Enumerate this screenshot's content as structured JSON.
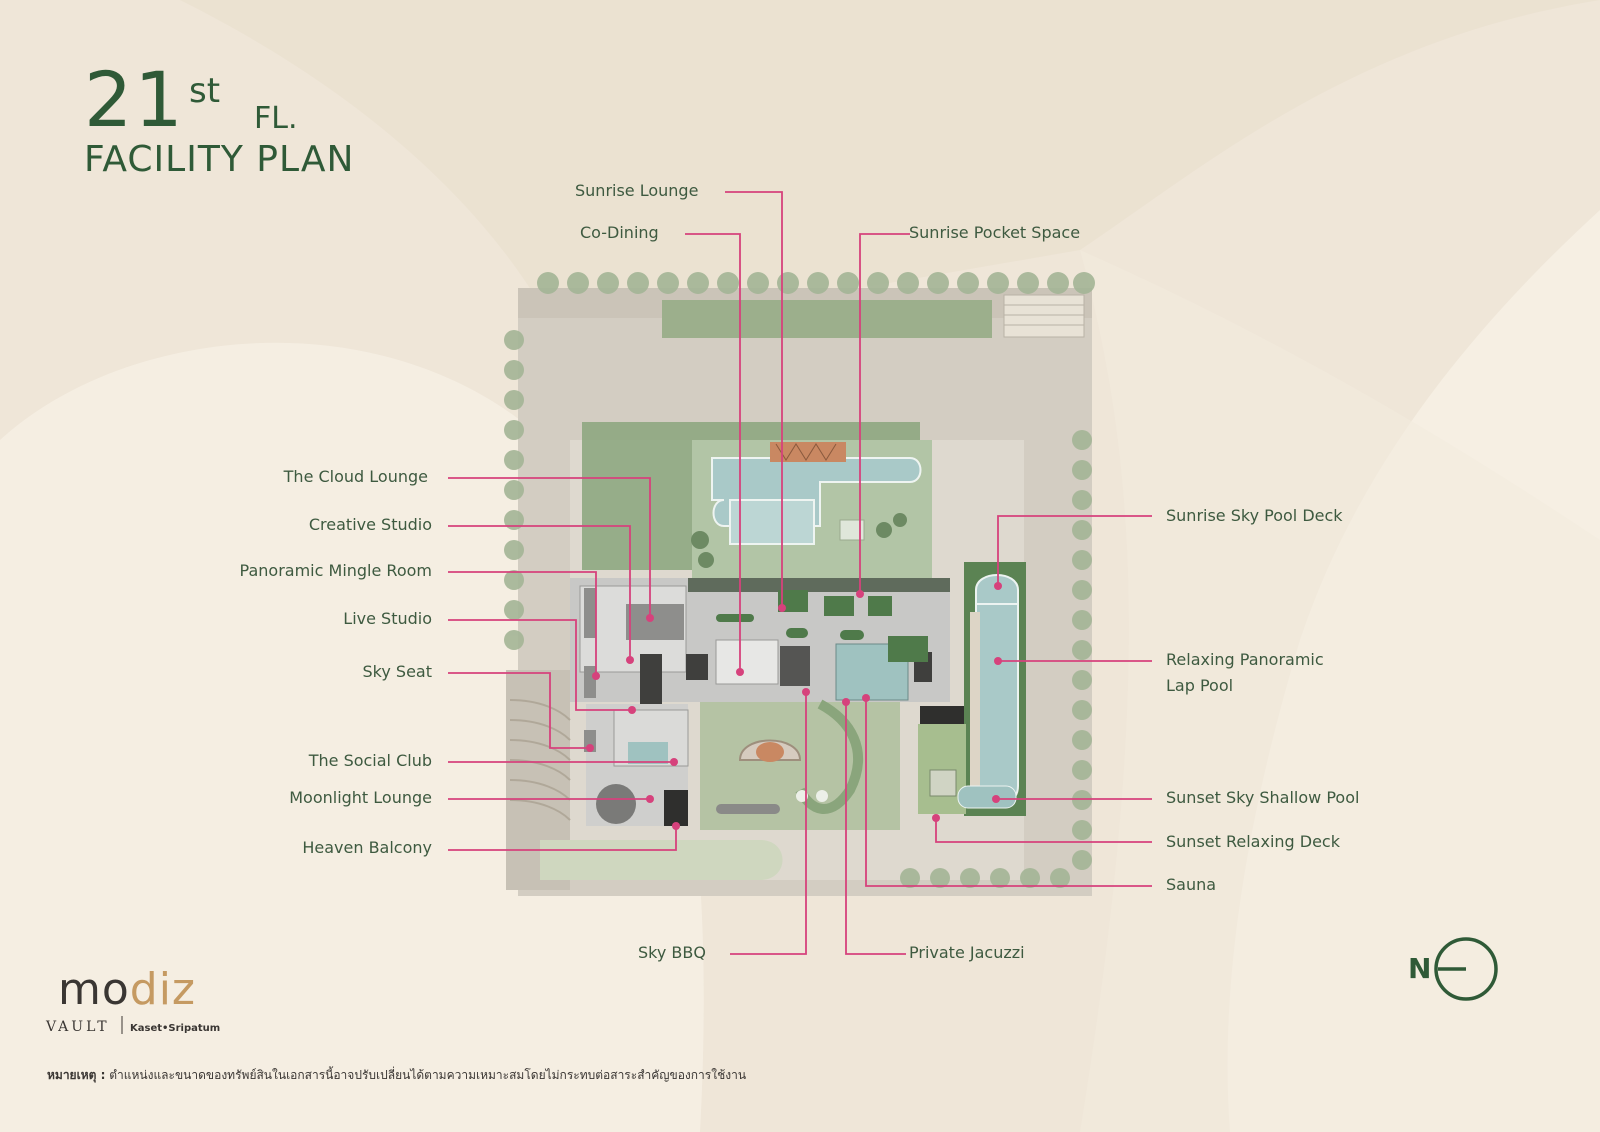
{
  "title": {
    "number": "21",
    "superscript": "st",
    "floor": "FL.",
    "subtitle": "FACILITY PLAN"
  },
  "labels": {
    "sunrise_lounge": "Sunrise Lounge",
    "co_dining": "Co-Dining",
    "sunrise_pocket_space": "Sunrise Pocket Space",
    "the_cloud_lounge": "The Cloud Lounge",
    "creative_studio": "Creative Studio",
    "panoramic_mingle_room": "Panoramic Mingle Room",
    "live_studio": "Live Studio",
    "sky_seat": "Sky Seat",
    "the_social_club": "The Social Club",
    "moonlight_lounge": "Moonlight Lounge",
    "heaven_balcony": "Heaven Balcony",
    "sunrise_sky_pool_deck": "Sunrise Sky Pool Deck",
    "relaxing_panoramic_lap_pool_1": "Relaxing Panoramic",
    "relaxing_panoramic_lap_pool_2": "Lap Pool",
    "sunset_sky_shallow_pool": "Sunset Sky Shallow Pool",
    "sunset_relaxing_deck": "Sunset Relaxing Deck",
    "sauna": "Sauna",
    "sky_bbq": "Sky BBQ",
    "private_jacuzzi": "Private Jacuzzi"
  },
  "brand": {
    "name_part1": "mo",
    "name_part2": "diz",
    "sub": "VAULT",
    "location": "Kaset•Sripatum"
  },
  "note": {
    "prefix": "หมายเหตุ :",
    "text": "ตำแหน่งและขนาดของทรัพย์สินในเอกสารนี้อาจปรับเปลี่ยนได้ตามความเหมาะสมโดยไม่กระทบต่อสาระสำคัญของการใช้งาน"
  },
  "compass": {
    "letter": "N"
  },
  "colors": {
    "background": "#efe6d8",
    "title_green": "#2f5a37",
    "label_green": "#3e5a40",
    "leader_pink": "#d6427c",
    "pool_blue": "#a9c9c8",
    "plant_green": "#4f7a4a",
    "plaza_gray": "#cdc7bd",
    "brand_gold": "#c59a62"
  }
}
